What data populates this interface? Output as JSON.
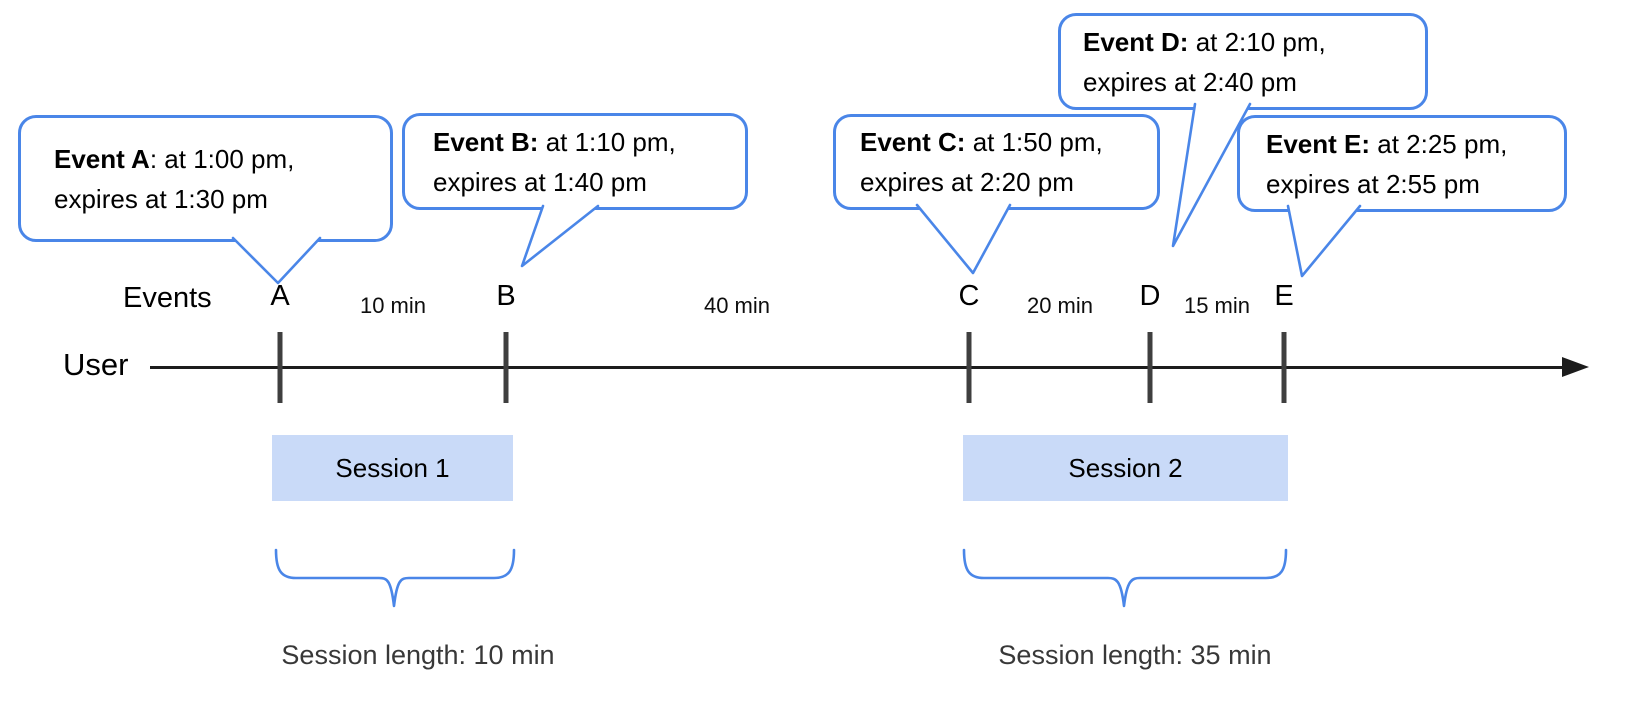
{
  "colors": {
    "callout_border": "#4a86e8",
    "session_fill": "#c9daf8",
    "tick_color": "#3f3f3f",
    "axis_color": "#1c1c1c",
    "text_color": "#000000"
  },
  "bubbles": {
    "a": {
      "bold": "Event A",
      "rest": ": at 1:00 pm,",
      "line2": "expires at 1:30 pm"
    },
    "b": {
      "bold": "Event B:",
      "rest": " at 1:10 pm,",
      "line2": "expires at 1:40 pm"
    },
    "c": {
      "bold": "Event C:",
      "rest": " at 1:50 pm,",
      "line2": "expires at 2:20 pm"
    },
    "d": {
      "bold": "Event D:",
      "rest": " at 2:10 pm,",
      "line2": "expires at 2:40 pm"
    },
    "e": {
      "bold": "Event E:",
      "rest": " at 2:25 pm,",
      "line2": "expires at 2:55 pm"
    }
  },
  "timeline": {
    "events_label": "Events",
    "user_label": "User",
    "event_markers": [
      "A",
      "B",
      "C",
      "D",
      "E"
    ],
    "gaps": [
      "10 min",
      "40 min",
      "20 min",
      "15 min"
    ]
  },
  "sessions": [
    {
      "label": "Session 1",
      "length_label": "Session length: 10 min"
    },
    {
      "label": "Session 2",
      "length_label": "Session length: 35 min"
    }
  ]
}
